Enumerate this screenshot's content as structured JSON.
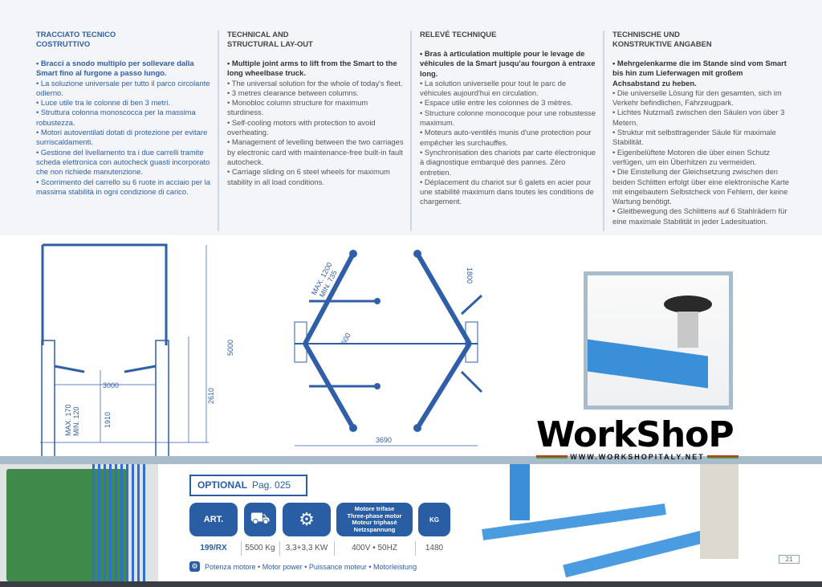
{
  "columns": [
    {
      "title": "TRACCIATO TECNICO\nCOSTRUTTIVO",
      "lead": "• Bracci a snodo multiplo per sollevare dalla Smart fino al furgone a passo lungo.",
      "items": [
        "• La soluzione universale per tutto il parco circolante odierno.",
        "• Luce utile tra le colonne di ben 3 metri.",
        "• Struttura colonna monoscocca per la massima robustezza.",
        "• Motori autoventilati dotati di protezione per evitare surriscaldamenti.",
        "• Gestione del livellamento tra i due carrelli tramite scheda elettronica con autocheck guasti incorporato che non richiede manutenzione.",
        "• Scorrimento del carrello su 6 ruote in acciaio per la massima stabilità in ogni condizione di carico."
      ]
    },
    {
      "title": "TECHNICAL AND\nSTRUCTURAL LAY-OUT",
      "lead": "• Multiple joint arms to lift from the Smart to the long wheelbase truck.",
      "items": [
        "• The universal solution for the whole of today's fleet.",
        "• 3 metres clearance between columns.",
        "• Monobloc column structure for maximum sturdiness.",
        "• Self-cooling motors with protection to avoid overheating.",
        "• Management of levelling between the two carriages by electronic card with maintenance-free built-in fault autocheck.",
        "• Carriage sliding on 6 steel wheels for maximum stability in all load conditions."
      ]
    },
    {
      "title": "RELEVÉ TECHNIQUE",
      "lead": "• Bras à articulation multiple pour le levage de véhicules de la Smart jusqu'au fourgon à entraxe long.",
      "items": [
        "• La solution universelle pour tout le parc de véhicules aujourd'hui en circulation.",
        "• Espace utile entre les colonnes de 3 mètres.",
        "• Structure colonne monocoque pour une robustesse maximum.",
        "• Moteurs auto-ventilés munis d'une protection pour empêcher les surchauffes.",
        "• Synchronisation des chariots par carte électronique à diagnostique embarqué des pannes. Zéro entretien.",
        "• Déplacement du chariot sur 6 galets en acier pour une stabilité maximum dans toutes les conditions de chargement."
      ]
    },
    {
      "title": "TECHNISCHE UND\nKONSTRUKTIVE ANGABEN",
      "lead": "• Mehrgelenkarme die im Stande sind vom Smart bis hin zum Lieferwagen mit großem Achsabstand zu heben.",
      "items": [
        "• Die universelle Lösung für den gesamten, sich im Verkehr befindlichen, Fahrzeugpark.",
        "• Lichtes Nutzmaß zwischen den Säulen von über 3 Metern.",
        "• Struktur mit selbsttragender Säule für maximale Stabilität.",
        "• Eigenbelüftete Motoren die über einen Schutz verfügen, um ein Überhitzen zu vermeiden.",
        "• Die Einstellung der Gleichsetzung zwischen den beiden Schlitten erfolgt über eine elektronische Karte mit eingebautem Selbstcheck von Fehlern, der keine Wartung benötigt.",
        "• Gleitbewegung des Schlittens auf 6 Stahlrädern für eine maximale Stabilität in jeder Ladesituation."
      ]
    }
  ],
  "front_view": {
    "width": "3000",
    "height_total": "5000",
    "column_height": "2610",
    "under": "1910",
    "pad_max": "MAX. 170",
    "pad_min": "MIN. 120"
  },
  "top_view": {
    "arm_max": "MAX. 1200",
    "arm_min": "MIN. 735",
    "inner": "600",
    "arm_long": "1800",
    "overall": "3690"
  },
  "logo": {
    "name": "WorkShoP",
    "url": "WWW.WORKSHOPITALY.NET"
  },
  "optional": {
    "label": "OPTIONAL",
    "page": "Pag. 025"
  },
  "specs": {
    "art_label": "ART.",
    "motor_label": [
      "Motore trifase",
      "Three-phase motor",
      "Moteur triphasé",
      "Netzspannung"
    ],
    "weight_label": "KG",
    "art": "199/RX",
    "capacity": "5500 Kg",
    "power": "3,3+3,3 KW",
    "voltage": "400V • 50HZ",
    "weight": "1480"
  },
  "legend": "Potenza motore • Motor power • Puissance moteur • Motorleistung",
  "page_number": "21",
  "colors": {
    "brand": "#2a5ea4",
    "band": "#a9bccb"
  }
}
